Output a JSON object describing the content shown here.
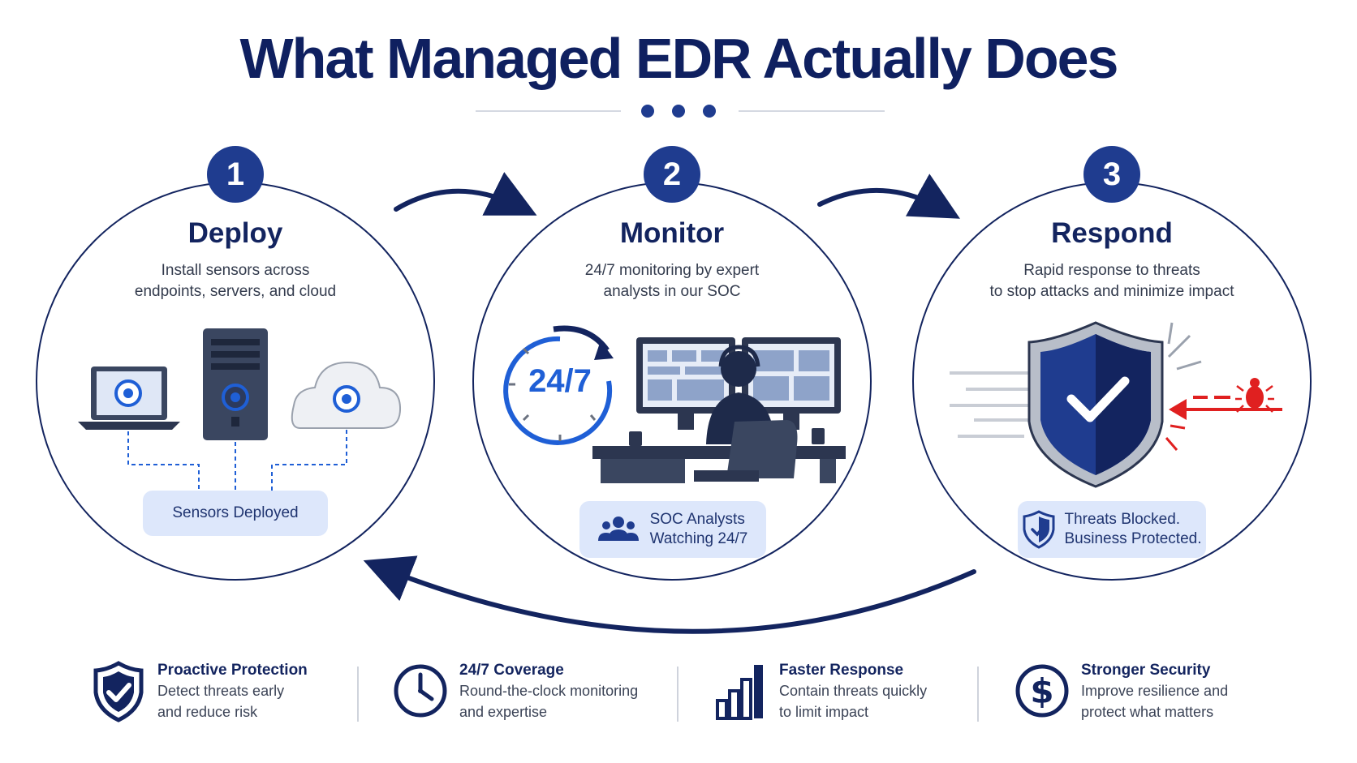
{
  "title": "What Managed EDR Actually Does",
  "colors": {
    "navy": "#13245f",
    "blue": "#1f5fd6",
    "light_blue": "#dde7fb",
    "red": "#e02020",
    "gray": "#6b7280"
  },
  "steps": [
    {
      "number": "1",
      "title": "Deploy",
      "description_lines": [
        "Install sensors across",
        "endpoints, servers, and cloud"
      ],
      "badge_lines": [
        "Sensors Deployed"
      ],
      "icon": "device-sensors-icon"
    },
    {
      "number": "2",
      "title": "Monitor",
      "description_lines": [
        "24/7 monitoring by expert",
        "analysts in our SOC"
      ],
      "clock_text": "24/7",
      "badge_lines": [
        "SOC Analysts",
        "Watching 24/7"
      ],
      "icon": "soc-analyst-icon"
    },
    {
      "number": "3",
      "title": "Respond",
      "description_lines": [
        "Rapid response to threats",
        "to stop attacks and minimize impact"
      ],
      "badge_lines": [
        "Threats Blocked.",
        "Business Protected."
      ],
      "icon": "shield-check-icon"
    }
  ],
  "features": [
    {
      "heading": "Proactive Protection",
      "description_lines": [
        "Detect threats early",
        "and reduce risk"
      ],
      "icon": "shield-check-icon"
    },
    {
      "heading": "24/7 Coverage",
      "description_lines": [
        "Round-the-clock monitoring",
        "and expertise"
      ],
      "icon": "clock-icon"
    },
    {
      "heading": "Faster Response",
      "description_lines": [
        "Contain threats quickly",
        "to limit impact"
      ],
      "icon": "bar-chart-icon"
    },
    {
      "heading": "Stronger Security",
      "description_lines": [
        "Improve resilience and",
        "protect what matters"
      ],
      "icon": "dollar-icon"
    }
  ]
}
